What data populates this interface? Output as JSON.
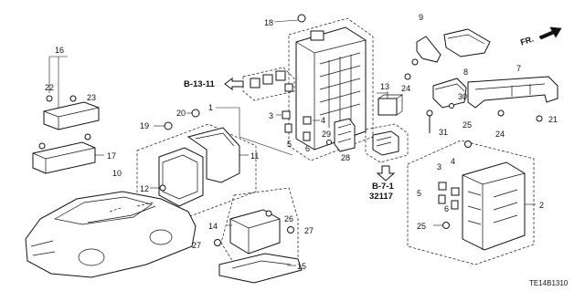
{
  "diagram": {
    "code": "TE14B1310",
    "direction_label": "FR.",
    "refs": {
      "b1311": "B-13-11",
      "b71": "B-7-1",
      "part_ref": "32117"
    },
    "labels": {
      "n1": "1",
      "n2": "2",
      "n3a": "3",
      "n3b": "3",
      "n4a": "4",
      "n4b": "4",
      "n5a": "5",
      "n5b": "5",
      "n6a": "6",
      "n6b": "6",
      "n7": "7",
      "n8": "8",
      "n9": "9",
      "n10": "10",
      "n11": "11",
      "n12": "12",
      "n13": "13",
      "n14": "14",
      "n15": "15",
      "n16": "16",
      "n17": "17",
      "n18": "18",
      "n19": "19",
      "n20": "20",
      "n21": "21",
      "n22": "22",
      "n23": "23",
      "n24a": "24",
      "n24b": "24",
      "n25a": "25",
      "n25b": "25",
      "n26": "26",
      "n27a": "27",
      "n27b": "27",
      "n28": "28",
      "n29": "29",
      "n30": "30",
      "n31": "31"
    }
  }
}
